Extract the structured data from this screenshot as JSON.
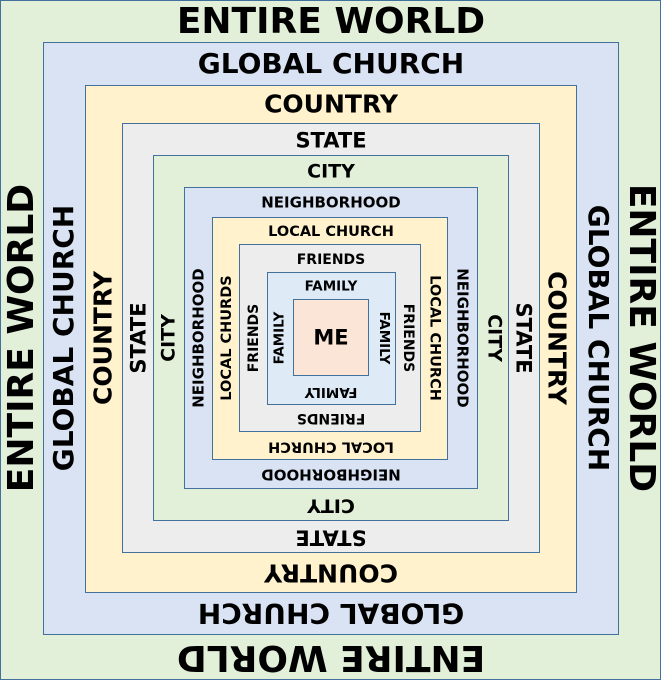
{
  "rings": [
    {
      "id": "entire-world",
      "color": "#e2efd9",
      "labels": {
        "top": "ENTIRE WORLD",
        "left": "ENTIRE WORLD",
        "right": "ENTIRE WORLD",
        "bottom": "ENTIRE WORLD"
      }
    },
    {
      "id": "global-church",
      "color": "#dae3f3",
      "labels": {
        "top": "GLOBAL CHURCH",
        "left": "GLOBAL CHURCH",
        "right": "GLOBAL CHURCH",
        "bottom": "GLOBAL CHURCH"
      }
    },
    {
      "id": "country",
      "color": "#fff2cc",
      "labels": {
        "top": "COUNTRY",
        "left": "COUNTRY",
        "right": "COUNTRY",
        "bottom": "COUNTRY"
      }
    },
    {
      "id": "state",
      "color": "#ededed",
      "labels": {
        "top": "STATE",
        "left": "STATE",
        "right": "STATE",
        "bottom": "STATE"
      }
    },
    {
      "id": "city",
      "color": "#e2efd9",
      "labels": {
        "top": "CITY",
        "left": "CITY",
        "right": "CITY",
        "bottom": "CITY"
      }
    },
    {
      "id": "neighborhood",
      "color": "#dae3f3",
      "labels": {
        "top": "NEIGHBORHOOD",
        "left": "NEIGHBORHOOD",
        "right": "NEIGHBORHOOD",
        "bottom": "NEIGHBORHOOD"
      }
    },
    {
      "id": "local-church",
      "color": "#fff2cc",
      "labels": {
        "top": "LOCAL CHURCH",
        "left": "LOCAL CHURDS",
        "right": "LOCAL CHURCH",
        "bottom": "LOCAL CHURCH"
      }
    },
    {
      "id": "friends",
      "color": "#ededed",
      "labels": {
        "top": "FRIENDS",
        "left": "FRIENDS",
        "right": "FRIENDS",
        "bottom": "FRIENDS"
      }
    },
    {
      "id": "family",
      "color": "#deebf7",
      "labels": {
        "top": "FAMILY",
        "left": "FAMILY",
        "right": "FAMILY",
        "bottom": "FAMILY"
      }
    }
  ],
  "center": {
    "label": "ME",
    "color": "#fbe5d6"
  },
  "border_color": "#41719c"
}
